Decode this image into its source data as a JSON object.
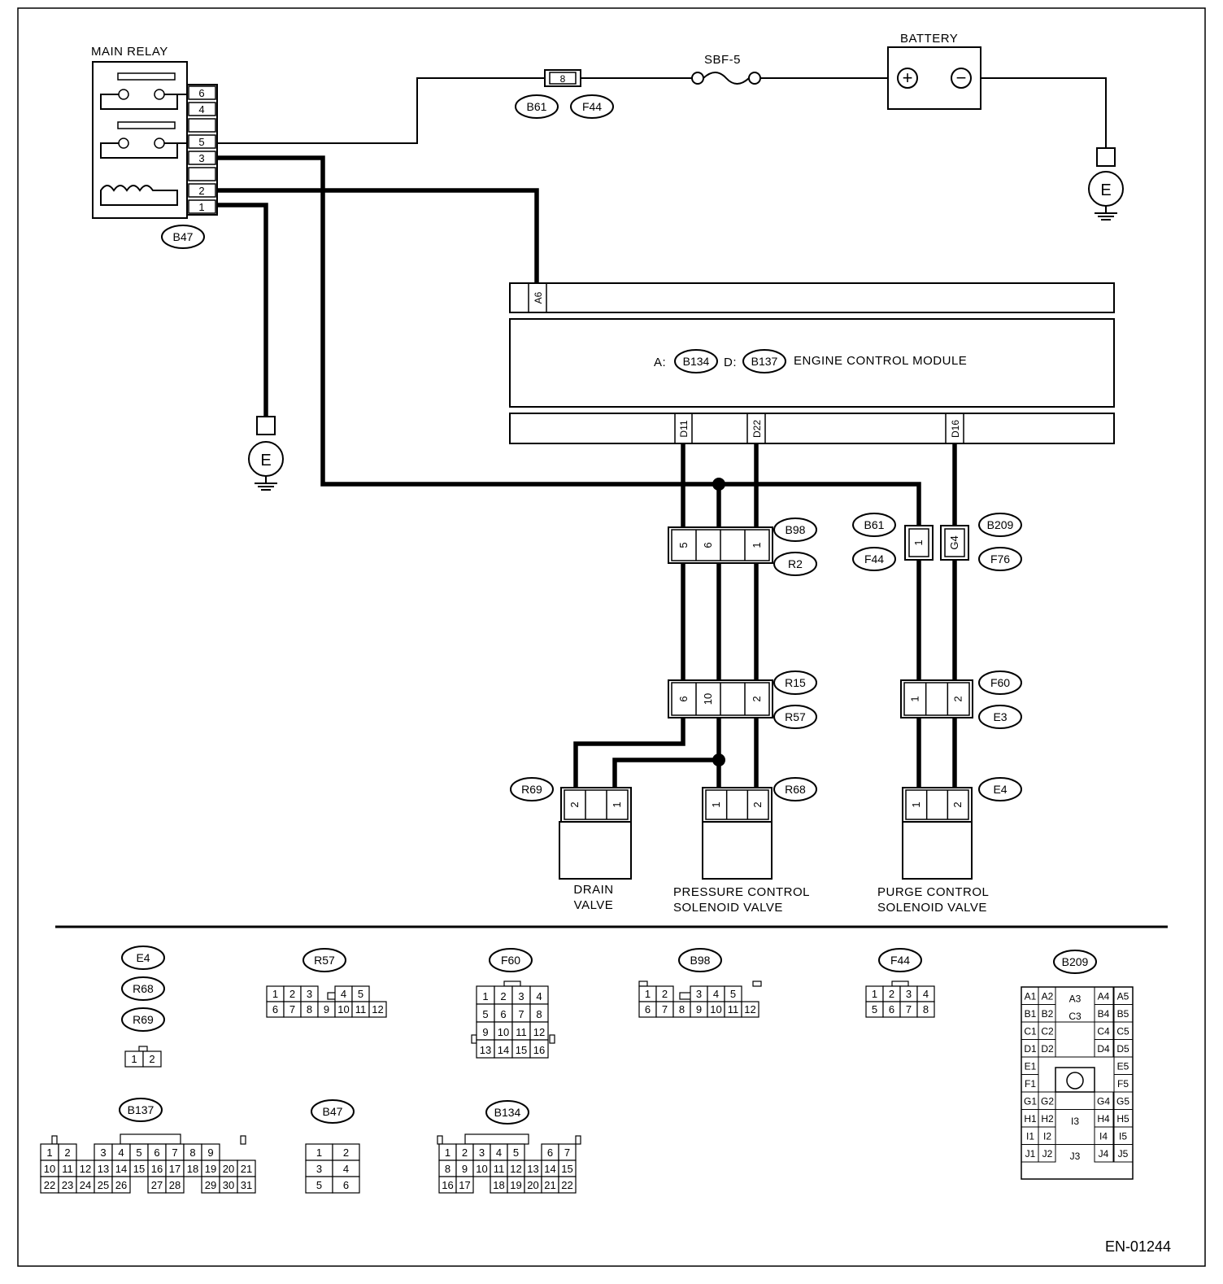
{
  "components": {
    "main_relay": "MAIN RELAY",
    "battery": "BATTERY",
    "fuse": "SBF-5",
    "fuse_number": "8",
    "ecm_label": "ENGINE CONTROL MODULE",
    "ecm_a_prefix": "A:",
    "ecm_d_prefix": "D:",
    "drain_valve_1": "DRAIN",
    "drain_valve_2": "VALVE",
    "pcsv_1": "PRESSURE CONTROL",
    "pcsv_2": "SOLENOID VALVE",
    "purge_1": "PURGE CONTROL",
    "purge_2": "SOLENOID VALVE",
    "ground": "E",
    "battery_plus": "+",
    "battery_minus": "−"
  },
  "connector_refs": {
    "b61": "B61",
    "f44": "F44",
    "b47": "B47",
    "b134": "B134",
    "b137": "B137",
    "b98": "B98",
    "r2": "R2",
    "b209": "B209",
    "f76": "F76",
    "r15": "R15",
    "r57": "R57",
    "f60": "F60",
    "e3": "E3",
    "r69": "R69",
    "r68": "R68",
    "e4": "E4"
  },
  "pins": {
    "relay": [
      "6",
      "4",
      "",
      "5",
      "3",
      "",
      "2",
      "1"
    ],
    "ecm_a6": "A6",
    "ecm_d11": "D11",
    "ecm_d22": "D22",
    "ecm_d16": "D16",
    "b98": [
      "5",
      "6",
      "",
      "1"
    ],
    "b61_1": "1",
    "b209_g4": "G4",
    "r15": [
      "6",
      "10",
      "",
      "2"
    ],
    "f60": [
      "1",
      "",
      "2"
    ],
    "r69": [
      "2",
      "",
      "1"
    ],
    "r68": [
      "1",
      "",
      "2"
    ],
    "e4": [
      "1",
      "",
      "2"
    ]
  },
  "legend": {
    "e4": "E4",
    "r68": "R68",
    "r69": "R69",
    "e4_pins": [
      "1",
      "2"
    ],
    "r57": "R57",
    "r57_pins": [
      [
        "1",
        "2",
        "3",
        "",
        "4",
        "5"
      ],
      [
        "6",
        "7",
        "8",
        "9",
        "10",
        "11",
        "12"
      ]
    ],
    "f60": "F60",
    "f60_pins": [
      [
        "1",
        "2",
        "3",
        "4"
      ],
      [
        "5",
        "6",
        "7",
        "8"
      ],
      [
        "9",
        "10",
        "11",
        "12"
      ],
      [
        "13",
        "14",
        "15",
        "16"
      ]
    ],
    "b98": "B98",
    "b98_pins": [
      [
        "1",
        "2",
        "",
        "3",
        "4",
        "5"
      ],
      [
        "6",
        "7",
        "8",
        "9",
        "10",
        "11",
        "12"
      ]
    ],
    "f44": "F44",
    "f44_pins": [
      [
        "1",
        "2",
        "3",
        "4"
      ],
      [
        "5",
        "6",
        "7",
        "8"
      ]
    ],
    "b209": "B209",
    "b209_cells": {
      "r1": [
        "A1",
        "A2",
        "A3",
        "A4",
        "A5"
      ],
      "r2": [
        "B1",
        "B2",
        "C3",
        "B4",
        "B5"
      ],
      "r3": [
        "C1",
        "C2",
        "C4",
        "C5"
      ],
      "r4": [
        "D1",
        "D2",
        "D4",
        "D5"
      ],
      "r5": [
        "E1",
        "E5"
      ],
      "r6": [
        "F1",
        "F5"
      ],
      "r7": [
        "G1",
        "G2",
        "G4",
        "G5"
      ],
      "r8": [
        "H1",
        "H2",
        "I3",
        "H4",
        "H5"
      ],
      "r9": [
        "I1",
        "I2",
        "I4",
        "I5"
      ],
      "r10": [
        "J1",
        "J2",
        "J3",
        "J4",
        "J5"
      ]
    },
    "b137": "B137",
    "b137_pins": [
      [
        "1",
        "2",
        "",
        "3",
        "4",
        "5",
        "6",
        "7",
        "8",
        "9"
      ],
      [
        "10",
        "11",
        "12",
        "13",
        "14",
        "15",
        "16",
        "17",
        "18",
        "19",
        "20",
        "21"
      ],
      [
        "22",
        "23",
        "24",
        "25",
        "26",
        "",
        "27",
        "28",
        "",
        "29",
        "30",
        "31"
      ]
    ],
    "b47": "B47",
    "b47_pins": [
      [
        "1",
        "2"
      ],
      [
        "3",
        "4"
      ],
      [
        "5",
        "6"
      ]
    ],
    "b134": "B134",
    "b134_pins": [
      [
        "1",
        "2",
        "3",
        "4",
        "5",
        "",
        "6",
        "7"
      ],
      [
        "8",
        "9",
        "10",
        "11",
        "12",
        "13",
        "14",
        "15"
      ],
      [
        "16",
        "17",
        "",
        "18",
        "19",
        "20",
        "21",
        "22"
      ]
    ]
  },
  "footer": {
    "code": "EN-01244"
  }
}
